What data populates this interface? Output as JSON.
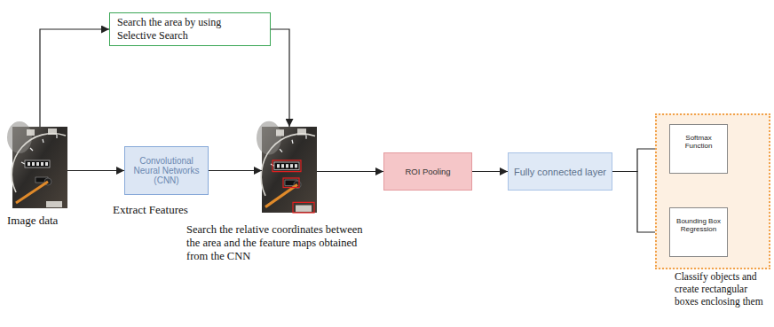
{
  "diagram": {
    "nodes": [
      {
        "text": [
          "Search the area by using Selective Search"
        ]
      },
      {
        "text": [
          "Image data"
        ]
      },
      {
        "text": [
          "Convolutional Neural Networks (CNN)",
          "Extract Features"
        ]
      },
      {
        "text": [
          "Search the relative coordinates between the area and the feature maps obtained from the CNN"
        ]
      },
      {
        "text": [
          "ROI Pooling"
        ]
      },
      {
        "text": [
          "Fully connected layer"
        ]
      },
      {
        "text": [
          "Classify objects and create rectangular boxes enclosing them"
        ]
      },
      {
        "text": [
          "Softmax Function"
        ],
        "in": 6
      },
      {
        "text": [
          "Bounding Box Regression"
        ],
        "in": 6
      }
    ],
    "edges": [
      {
        "from": 1,
        "to": 0,
        "arrow": "to"
      },
      {
        "from": 0,
        "to": 3,
        "arrow": "to"
      },
      {
        "from": 1,
        "to": 2,
        "arrow": "to"
      },
      {
        "from": 2,
        "to": 3,
        "arrow": "to"
      },
      {
        "from": 3,
        "to": 4,
        "arrow": "to"
      },
      {
        "from": 4,
        "to": 5,
        "arrow": "to"
      },
      {
        "from": 5,
        "to": 7,
        "arrow": "to"
      },
      {
        "from": 5,
        "to": 8,
        "arrow": "to"
      }
    ]
  }
}
